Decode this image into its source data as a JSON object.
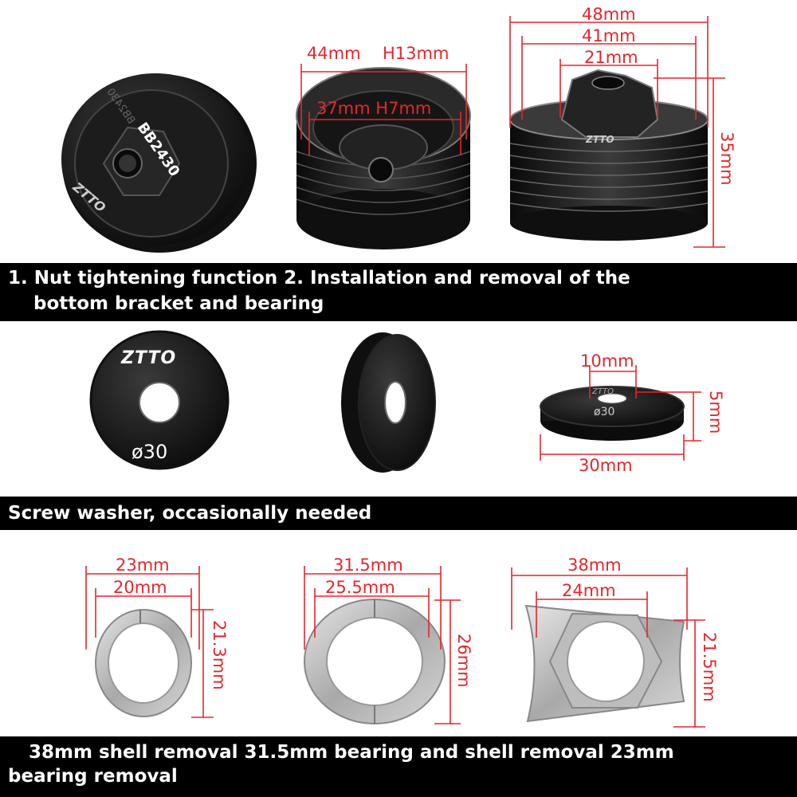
{
  "colors": {
    "dimension_red": "#e8252b",
    "banner_bg": "#000000",
    "banner_text": "#ffffff",
    "black_part": "#1a1a1a",
    "steel_part": "#c9c9c9"
  },
  "products": {
    "top": {
      "socket_engraving": "BB2430",
      "socket_mirror_text": "BB2430",
      "brand": "ZTTO",
      "cup_dims": {
        "outer": "44mm",
        "outer_height": "H13mm",
        "inner": "37mm H7mm"
      },
      "nut_dims": {
        "d1": "48mm",
        "d2": "41mm",
        "d3": "21mm",
        "height": "35mm"
      }
    },
    "washer": {
      "brand": "ZTTO",
      "size": "ø30",
      "dims": {
        "hole": "10mm",
        "thickness": "5mm",
        "diameter": "30mm"
      }
    },
    "rings": [
      {
        "outer": "23mm",
        "inner": "20mm",
        "height": "21.3mm"
      },
      {
        "outer": "31.5mm",
        "inner": "25.5mm",
        "height": "26mm"
      },
      {
        "outer": "38mm",
        "inner": "24mm",
        "height": "21.5mm"
      }
    ]
  },
  "captions": {
    "section1": {
      "line1": "1. Nut tightening function   2. Installation and removal of the",
      "line2": "bottom bracket and bearing"
    },
    "section2": "Screw washer, occasionally needed",
    "section3": {
      "line1": "38mm shell removal 31.5mm bearing and shell removal 23mm",
      "line2": "bearing removal"
    }
  }
}
